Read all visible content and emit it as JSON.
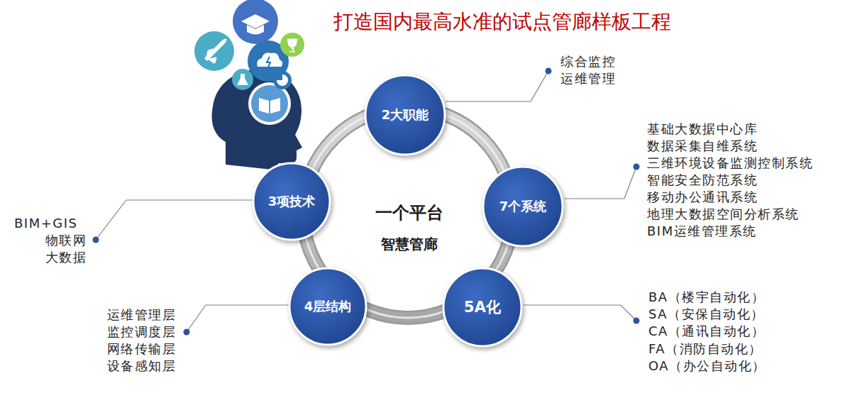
{
  "diagram": {
    "title": "打造国内最高水准的试点管廊样板工程",
    "nodes": [
      {
        "text": [
          "2大职能"
        ]
      },
      {
        "text": [
          "7个系统"
        ]
      },
      {
        "text": [
          "5A化"
        ]
      },
      {
        "text": [
          "4层结构"
        ]
      },
      {
        "text": [
          "3项技术"
        ]
      }
    ],
    "labels": [
      "综合监控",
      "运维管理",
      "基础大数据中心库",
      "数据采集自维系统",
      "三维环境设备监测控制系统",
      "智能安全防范系统",
      "移动办公通讯系统",
      "地理大数据空间分析系统",
      "BIM运维管理系统",
      "BA（楼宇自动化）",
      "SA（安保自动化）",
      "CA（通讯自动化）",
      "FA（消防自动化）",
      "OA（办公自动化）",
      "运维管理层",
      "监控调度层",
      "网络传输层",
      "设备感知层",
      "BIM+GIS",
      "物联网",
      "大数据",
      "一个平台",
      "智慧管廊"
    ]
  }
}
